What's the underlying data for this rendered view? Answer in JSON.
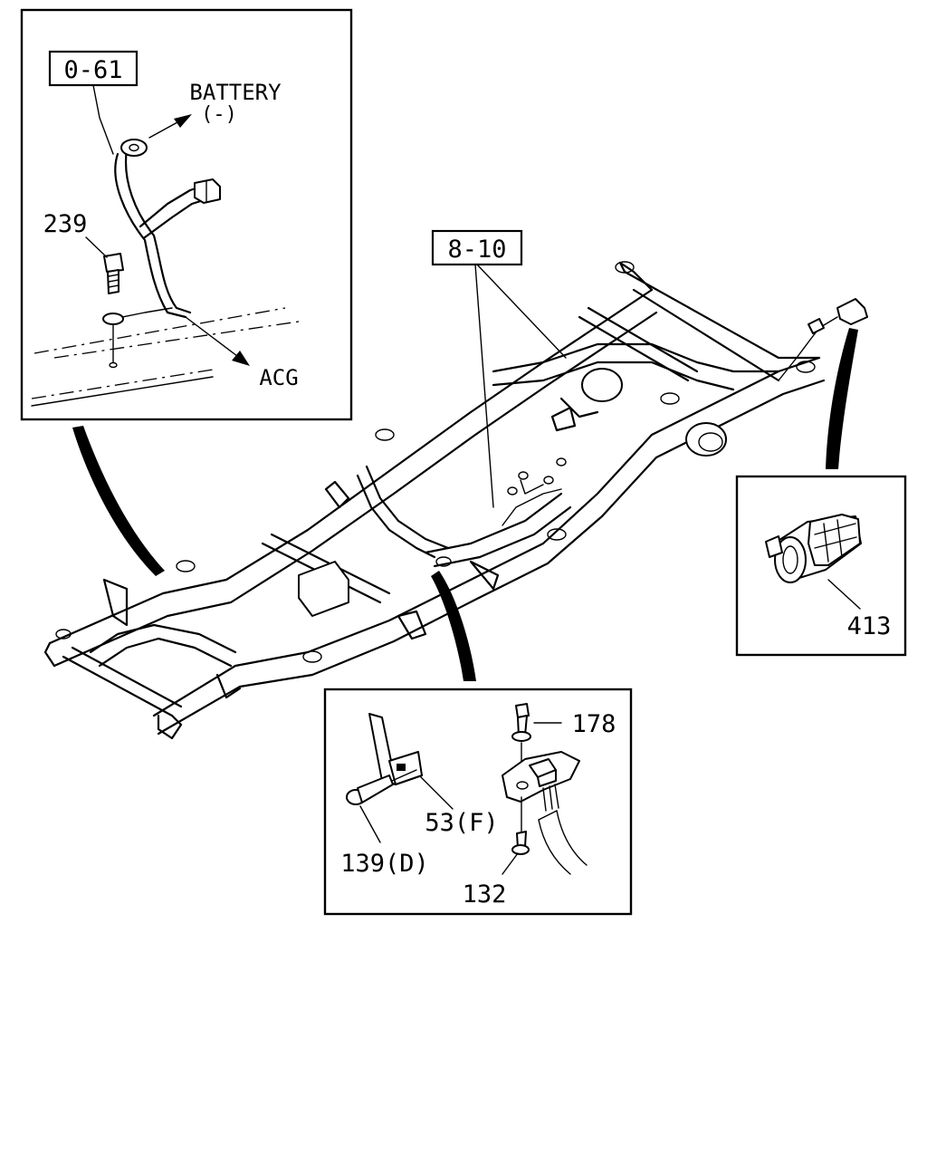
{
  "diagram": {
    "refs": {
      "harness_ref": "0-61",
      "frame_ref": "8-10"
    },
    "top_left_detail": {
      "battery_label": "BATTERY",
      "battery_sub": "(-)",
      "acg_label": "ACG",
      "bolt_part": "239"
    },
    "right_detail": {
      "connector_part": "413"
    },
    "bottom_detail": {
      "bracket_part": "53(F)",
      "bolt_part": "139(D)",
      "screw_top_part": "178",
      "screw_bottom_part": "132"
    }
  }
}
